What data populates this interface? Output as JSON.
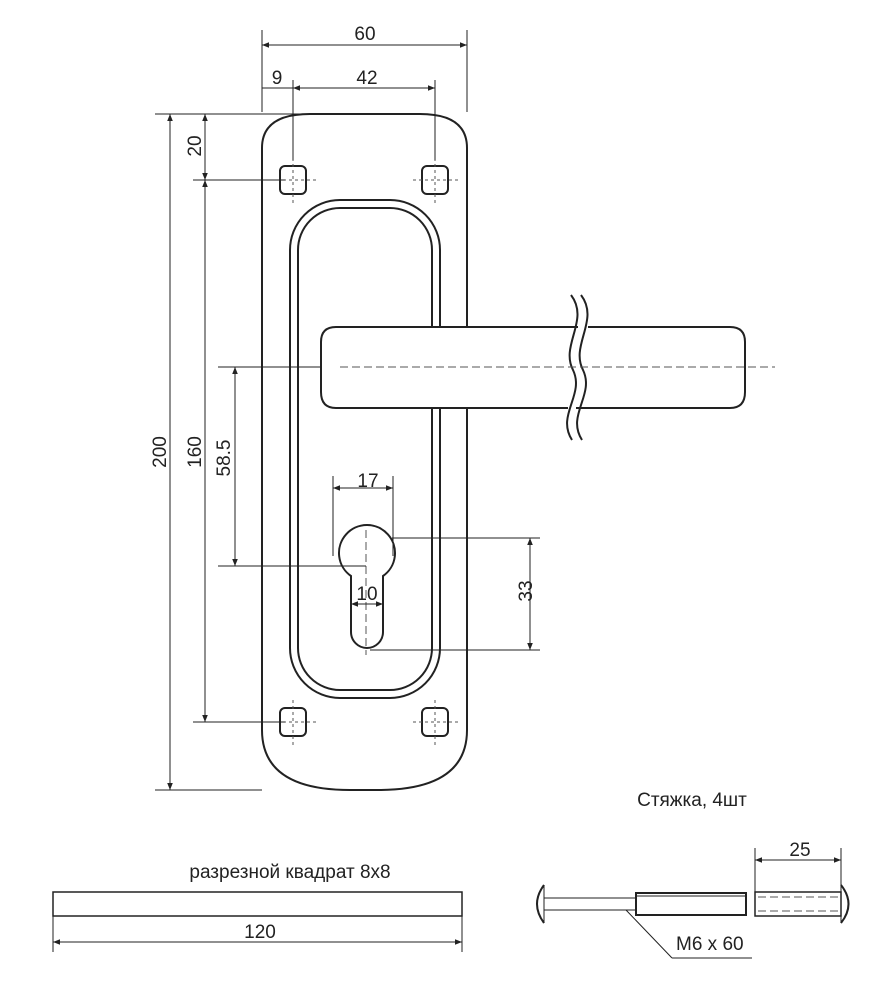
{
  "dimensions": {
    "plate_width": "60",
    "edge_offset": "9",
    "hole_spacing_horizontal": "42",
    "top_offset": "20",
    "overall_height": "200",
    "hole_spacing_vertical": "160",
    "handle_to_lock": "58.5",
    "cylinder_width": "17",
    "cylinder_slot_width": "10",
    "cylinder_height": "33",
    "spindle_length": "120",
    "bolt_sleeve_length": "25"
  },
  "labels": {
    "spindle": "разрезной квадрат 8x8",
    "bolts": "Стяжка, 4шт",
    "bolt_size": "М6 х 60"
  },
  "colors": {
    "line": "#222222",
    "background": "#ffffff"
  }
}
